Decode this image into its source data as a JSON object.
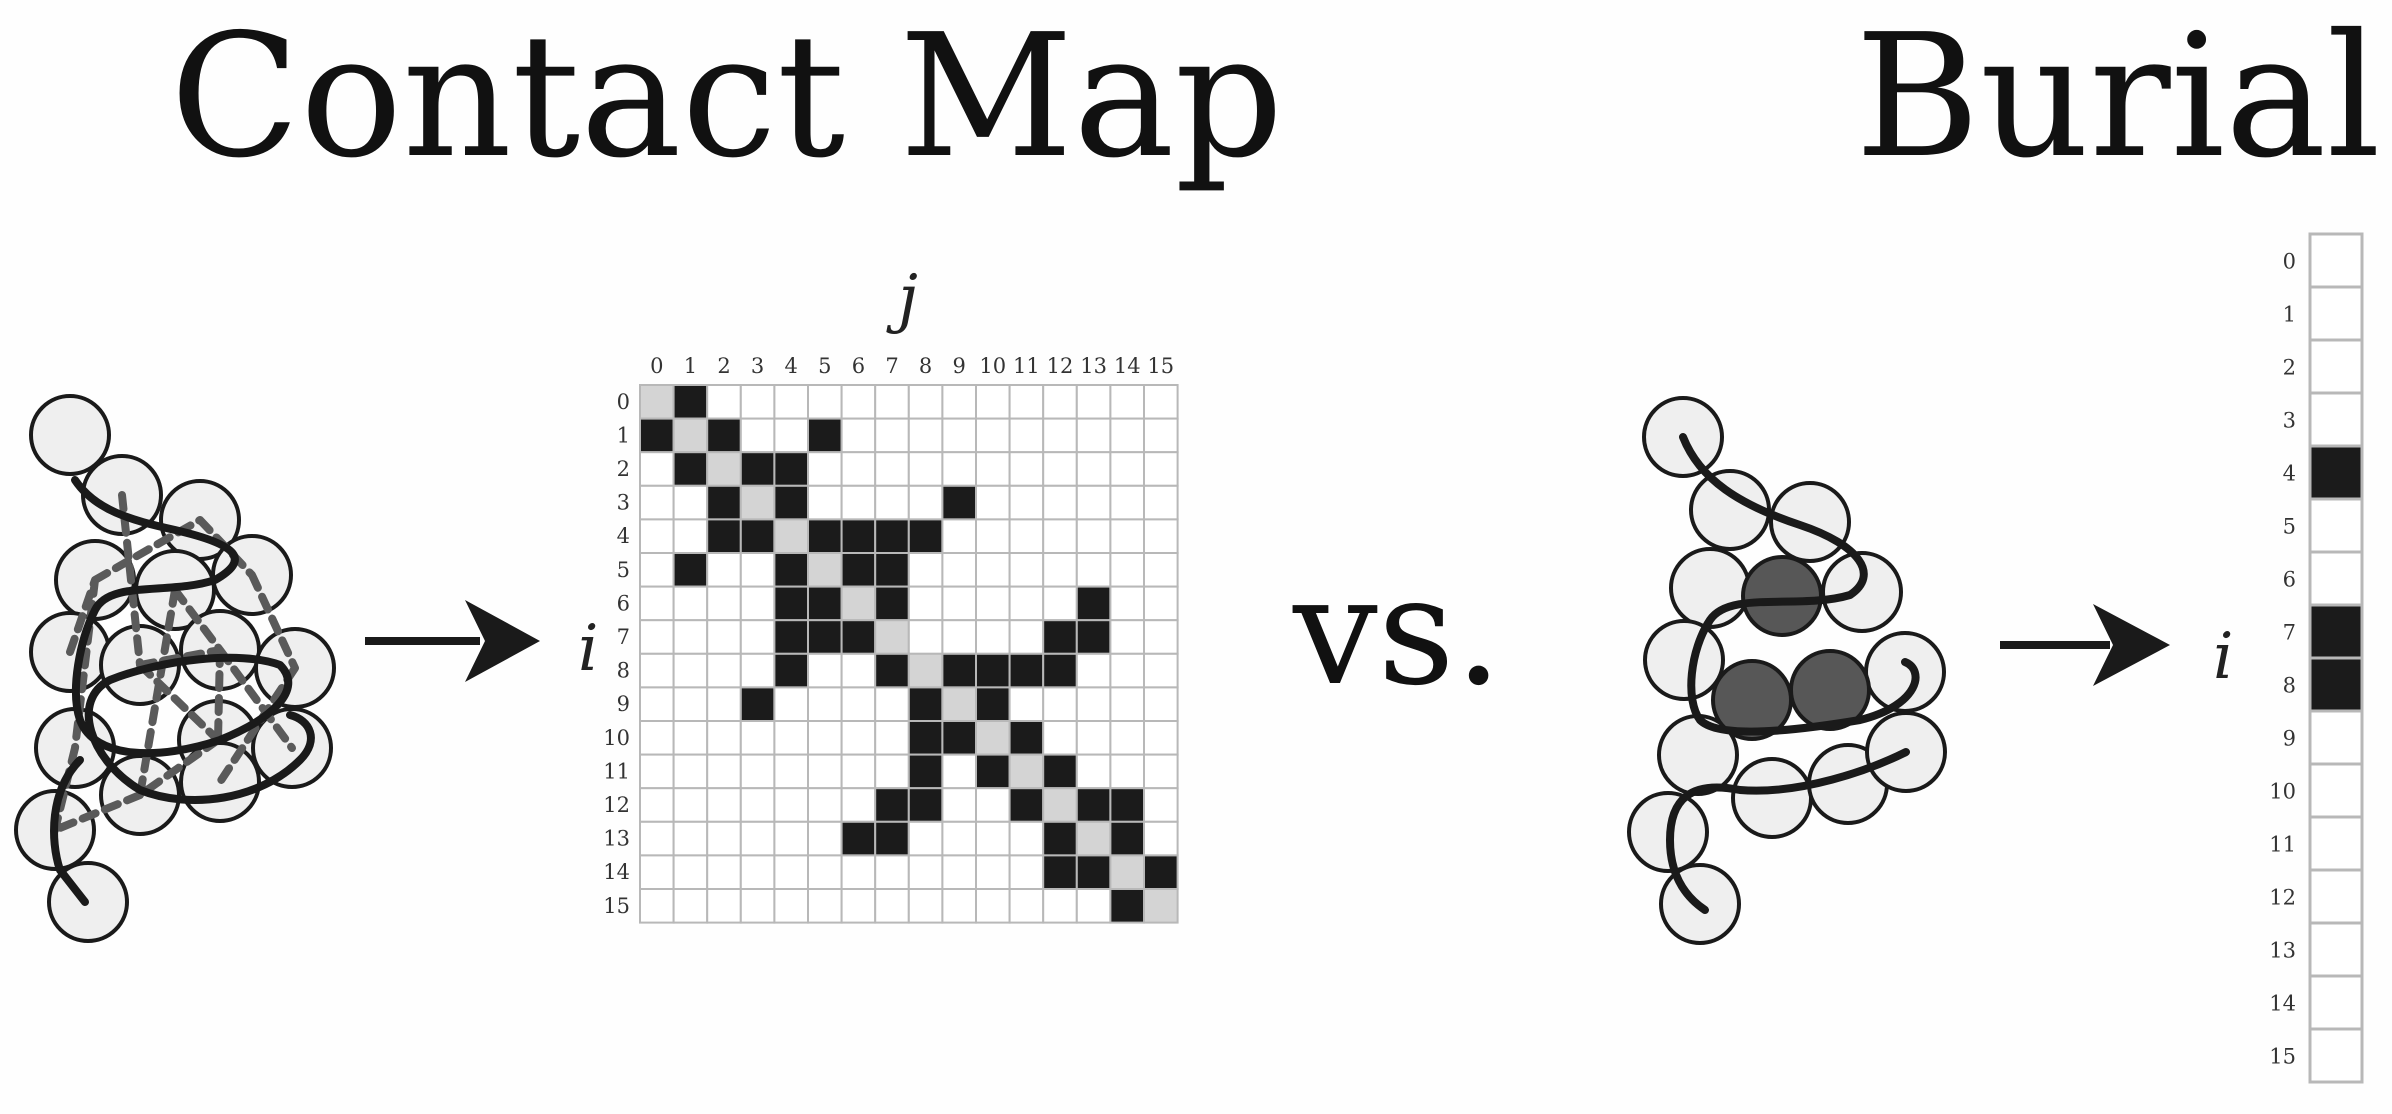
{
  "titles": {
    "contact_map": "Contact Map",
    "burial": "Burial"
  },
  "versus": "vs.",
  "labels": {
    "row_var": "i",
    "col_var": "j"
  },
  "colors": {
    "contact": "#1b1b1b",
    "diagonal": "#d4d4d4",
    "empty": "#ffffff",
    "grid": "#b8b8b8",
    "bead_fill": "#efefef",
    "buried_bead_fill": "#575757"
  },
  "contact_map": {
    "size": 16,
    "indices": [
      "0",
      "1",
      "2",
      "3",
      "4",
      "5",
      "6",
      "7",
      "8",
      "9",
      "10",
      "11",
      "12",
      "13",
      "14",
      "15"
    ],
    "contacts": [
      [
        0,
        1
      ],
      [
        1,
        0
      ],
      [
        1,
        2
      ],
      [
        1,
        5
      ],
      [
        2,
        1
      ],
      [
        2,
        3
      ],
      [
        2,
        4
      ],
      [
        3,
        2
      ],
      [
        3,
        4
      ],
      [
        3,
        9
      ],
      [
        4,
        2
      ],
      [
        4,
        3
      ],
      [
        4,
        5
      ],
      [
        4,
        6
      ],
      [
        4,
        7
      ],
      [
        4,
        8
      ],
      [
        5,
        1
      ],
      [
        5,
        4
      ],
      [
        5,
        6
      ],
      [
        5,
        7
      ],
      [
        6,
        4
      ],
      [
        6,
        5
      ],
      [
        6,
        7
      ],
      [
        6,
        13
      ],
      [
        7,
        4
      ],
      [
        7,
        5
      ],
      [
        7,
        6
      ],
      [
        7,
        12
      ],
      [
        7,
        13
      ],
      [
        8,
        4
      ],
      [
        8,
        7
      ],
      [
        8,
        9
      ],
      [
        8,
        10
      ],
      [
        8,
        11
      ],
      [
        8,
        12
      ],
      [
        9,
        3
      ],
      [
        9,
        8
      ],
      [
        9,
        10
      ],
      [
        10,
        8
      ],
      [
        10,
        9
      ],
      [
        10,
        11
      ],
      [
        11,
        8
      ],
      [
        11,
        10
      ],
      [
        11,
        12
      ],
      [
        12,
        7
      ],
      [
        12,
        8
      ],
      [
        12,
        11
      ],
      [
        12,
        13
      ],
      [
        12,
        14
      ],
      [
        13,
        6
      ],
      [
        13,
        7
      ],
      [
        13,
        12
      ],
      [
        13,
        14
      ],
      [
        14,
        12
      ],
      [
        14,
        13
      ],
      [
        14,
        15
      ],
      [
        15,
        14
      ]
    ]
  },
  "burial": {
    "indices": [
      "0",
      "1",
      "2",
      "3",
      "4",
      "5",
      "6",
      "7",
      "8",
      "9",
      "10",
      "11",
      "12",
      "13",
      "14",
      "15"
    ],
    "buried": [
      4,
      7,
      8
    ]
  },
  "icons": {
    "left_structure": "protein-chain-contacts-icon",
    "right_structure": "protein-chain-burial-icon",
    "arrow": "right-arrow-icon"
  }
}
